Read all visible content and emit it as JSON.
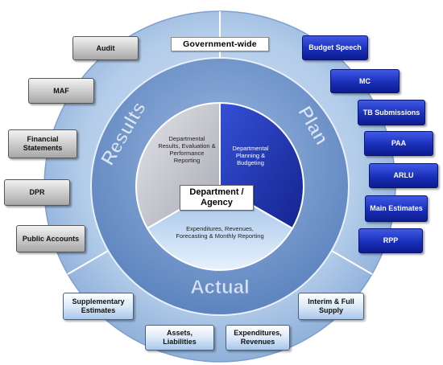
{
  "header": {
    "label": "Government-wide"
  },
  "ring_labels": {
    "results": "Results",
    "plan": "Plan",
    "actual": "Actual"
  },
  "segments": {
    "results": "Departmental Results, Evaluation & Performance Reporting",
    "plan": "Departmental Planning & Budgeting",
    "actual": "Expenditures, Revenues, Forecasting & Monthly Reporting"
  },
  "center": {
    "label": "Department / Agency"
  },
  "left_items": [
    "Audit",
    "MAF",
    "Financial Statements",
    "DPR",
    "Public Accounts"
  ],
  "right_items": [
    "Budget Speech",
    "MC",
    "TB Submissions",
    "PAA",
    "ARLU",
    "Main Estimates",
    "RPP"
  ],
  "bottom_items": [
    "Supplementary Estimates",
    "Assets, Liabilities",
    "Expenditures, Revenues",
    "Interim & Full Supply"
  ],
  "colors": {
    "outer_ring": "#a8c4e6",
    "inner_ring": "#6f95c8",
    "plan_segment": "#2236b8",
    "results_segment": "#c9c9d1",
    "actual_segment": "#c5dbf3",
    "blue_box": "#1a2fb8",
    "gray_box": "#b5b5b5"
  }
}
